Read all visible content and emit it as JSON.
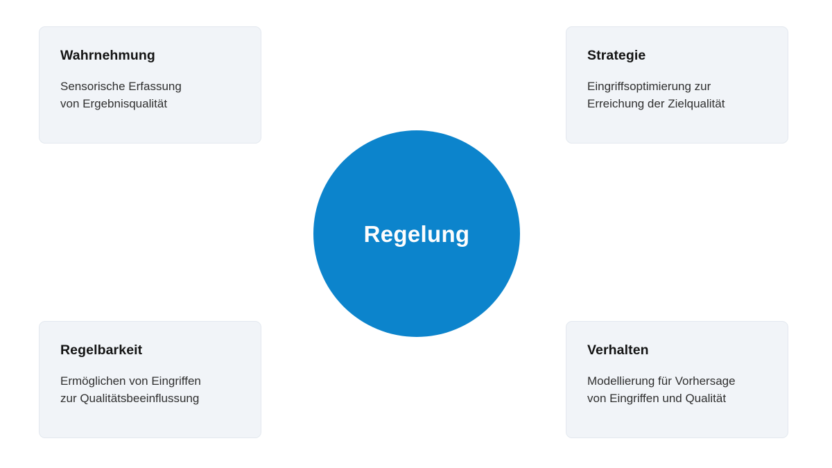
{
  "diagram": {
    "type": "hub-and-spoke",
    "language": "de",
    "background_color": "#ffffff",
    "hub": {
      "label": "Regelung",
      "fill_color": "#0c84cc",
      "text_color": "#ffffff",
      "shape": "circle"
    },
    "card_style": {
      "background_color": "#f1f4f8",
      "border_color": "#e3e8ef",
      "title_color": "#131313",
      "description_color": "#2f2f2f"
    },
    "cards": [
      {
        "position": "top-left",
        "title": "Wahrnehmung",
        "description": "Sensorische Erfassung\nvon Ergebnisqualität"
      },
      {
        "position": "top-right",
        "title": "Strategie",
        "description": "Eingriffsoptimierung zur\nErreichung der Zielqualität"
      },
      {
        "position": "bottom-left",
        "title": "Regelbarkeit",
        "description": "Ermöglichen von Eingriffen\nzur Qualitätsbeeinflussung"
      },
      {
        "position": "bottom-right",
        "title": "Verhalten",
        "description": "Modellierung für Vorhersage\nvon Eingriffen und Qualität"
      }
    ]
  }
}
